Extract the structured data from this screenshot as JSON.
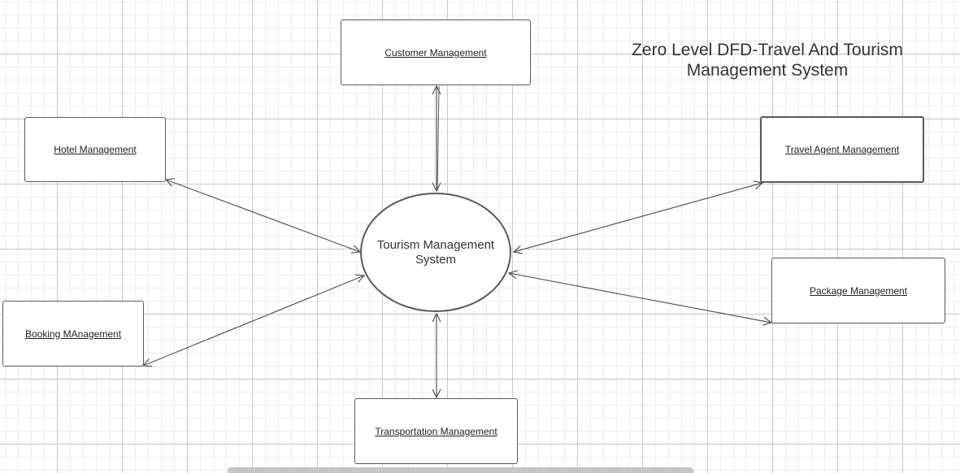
{
  "diagram": {
    "title": "Zero Level DFD-Travel And Tourism Management System",
    "center_process": "Tourism Management System",
    "entities": {
      "customer": "Customer Management",
      "hotel": "Hotel Management",
      "travel_agent": "Travel Agent Management",
      "package": "Package Management",
      "booking": "Booking MAnagement",
      "transportation": "Transportation Management"
    },
    "connections": [
      {
        "from": "Customer Management",
        "to": "Tourism Management System",
        "direction": "both"
      },
      {
        "from": "Hotel Management",
        "to": "Tourism Management System",
        "direction": "both"
      },
      {
        "from": "Travel Agent Management",
        "to": "Tourism Management System",
        "direction": "both"
      },
      {
        "from": "Package Management",
        "to": "Tourism Management System",
        "direction": "both"
      },
      {
        "from": "Booking MAnagement",
        "to": "Tourism Management System",
        "direction": "both"
      },
      {
        "from": "Transportation Management",
        "to": "Tourism Management System",
        "direction": "both"
      }
    ]
  },
  "colors": {
    "line": "#555555",
    "grid_major": "#c9c9c9",
    "grid_minor": "#ececec"
  }
}
